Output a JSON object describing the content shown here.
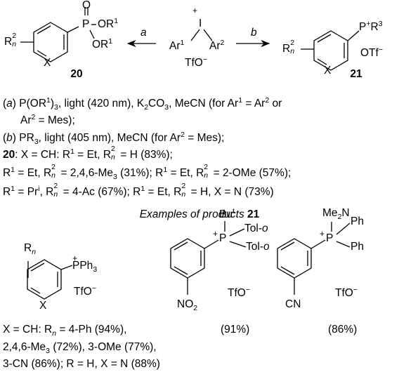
{
  "scheme": {
    "reagent": {
      "plus": "+",
      "iodine": "I",
      "ar1": "Ar",
      "ar1_sup": "1",
      "ar2": "Ar",
      "ar2_sup": "2",
      "counterion": "TfO",
      "counterion_charge": "−"
    },
    "arrow_a_label": "a",
    "arrow_b_label": "b",
    "left_product": {
      "oxygen": "O",
      "phosphorus": "P",
      "or1": "OR",
      "or1_sup": "1",
      "or2": "OR",
      "or2_sup": "1",
      "r": "R",
      "r_sup": "2",
      "r_sub": "n",
      "x": "X",
      "number": "20"
    },
    "right_product": {
      "p": "P",
      "p_plus": "+",
      "r3": "R",
      "r3_sup": "3",
      "r": "R",
      "r_sup": "2",
      "r_sub": "n",
      "x": "X",
      "counterion": "OTf",
      "counterion_charge": "−",
      "number": "21"
    }
  },
  "conditions": {
    "a1_label": "a",
    "a1_pre": "P(OR",
    "a1_sup": "1",
    "a1_mid": ")",
    "a1_sub": "3",
    "a1_text": ", light (420 nm), K",
    "a1_k_sub": "2",
    "a1_text2": "CO",
    "a1_co_sub": "3",
    "a1_text3": ", MeCN (for Ar",
    "a1_ar1_sup": "1",
    "a1_text4": " = Ar",
    "a1_ar2_sup": "2",
    "a1_text5": " or",
    "a2_pre": "Ar",
    "a2_sup": "2",
    "a2_text": " = Mes);",
    "b_label": "b",
    "b_pre": "PR",
    "b_sub": "3",
    "b_text": ", light (405 nm), MeCN (for Ar",
    "b_sup": "2",
    "b_text2": " = Mes);",
    "l4_num": "20",
    "l4_a": ": X = CH: R",
    "l4_s1": "1",
    "l4_b": " = Et, R",
    "l4_s2": "2",
    "l4_n": "n",
    "l4_c": " = H (83%);",
    "l5_a": "R",
    "l5_s1": "1",
    "l5_b": " = Et, R",
    "l5_s2": "2",
    "l5_n": "n",
    "l5_c": " = 2,4,6-Me",
    "l5_me_sub": "3",
    "l5_d": " (31%); R",
    "l5_s3": "1",
    "l5_e": " = Et, R",
    "l5_s4": "2",
    "l5_n2": "n",
    "l5_f": " = 2-OMe (57%);",
    "l6_a": "R",
    "l6_s1": "1",
    "l6_b": " = Pr",
    "l6_i": "i",
    "l6_c": ", R",
    "l6_s2": "2",
    "l6_n": "n",
    "l6_d": " = 4-Ac (67%); R",
    "l6_s3": "1",
    "l6_e": " = Et, R",
    "l6_s4": "2",
    "l6_n2": "n",
    "l6_f": " = H, X = N (73%)"
  },
  "examples_heading": {
    "text": "Examples of products ",
    "number": "21"
  },
  "example1": {
    "r": "R",
    "r_sub": "n",
    "p_plus": "+",
    "pph": "PPh",
    "pph_sub": "3",
    "x": "X",
    "counterion": "TfO",
    "counterion_charge": "−",
    "line1_a": "X = CH: R",
    "line1_n": "n",
    "line1_b": " = 4-Ph (94%),",
    "line2_a": "2,4,6-Me",
    "line2_sub": "3",
    "line2_b": " (72%), 3-OMe (77%),",
    "line3": "3-CN (86%); R = H, X = N (88%)"
  },
  "example2": {
    "but": "Bu",
    "but_sup": "t",
    "tol1": "Tol-",
    "tol1_o": "o",
    "tol2": "Tol-",
    "tol2_o": "o",
    "p_plus": "+",
    "p": "P",
    "no2": "NO",
    "no2_sub": "2",
    "counterion": "TfO",
    "counterion_charge": "−",
    "yield": "(91%)"
  },
  "example3": {
    "me2n": "Me",
    "me2n_sub": "2",
    "me2n_n": "N",
    "ph1": "Ph",
    "ph2": "Ph",
    "p_plus": "+",
    "p": "P",
    "cn": "CN",
    "counterion": "TfO",
    "counterion_charge": "−",
    "yield": "(86%)"
  }
}
